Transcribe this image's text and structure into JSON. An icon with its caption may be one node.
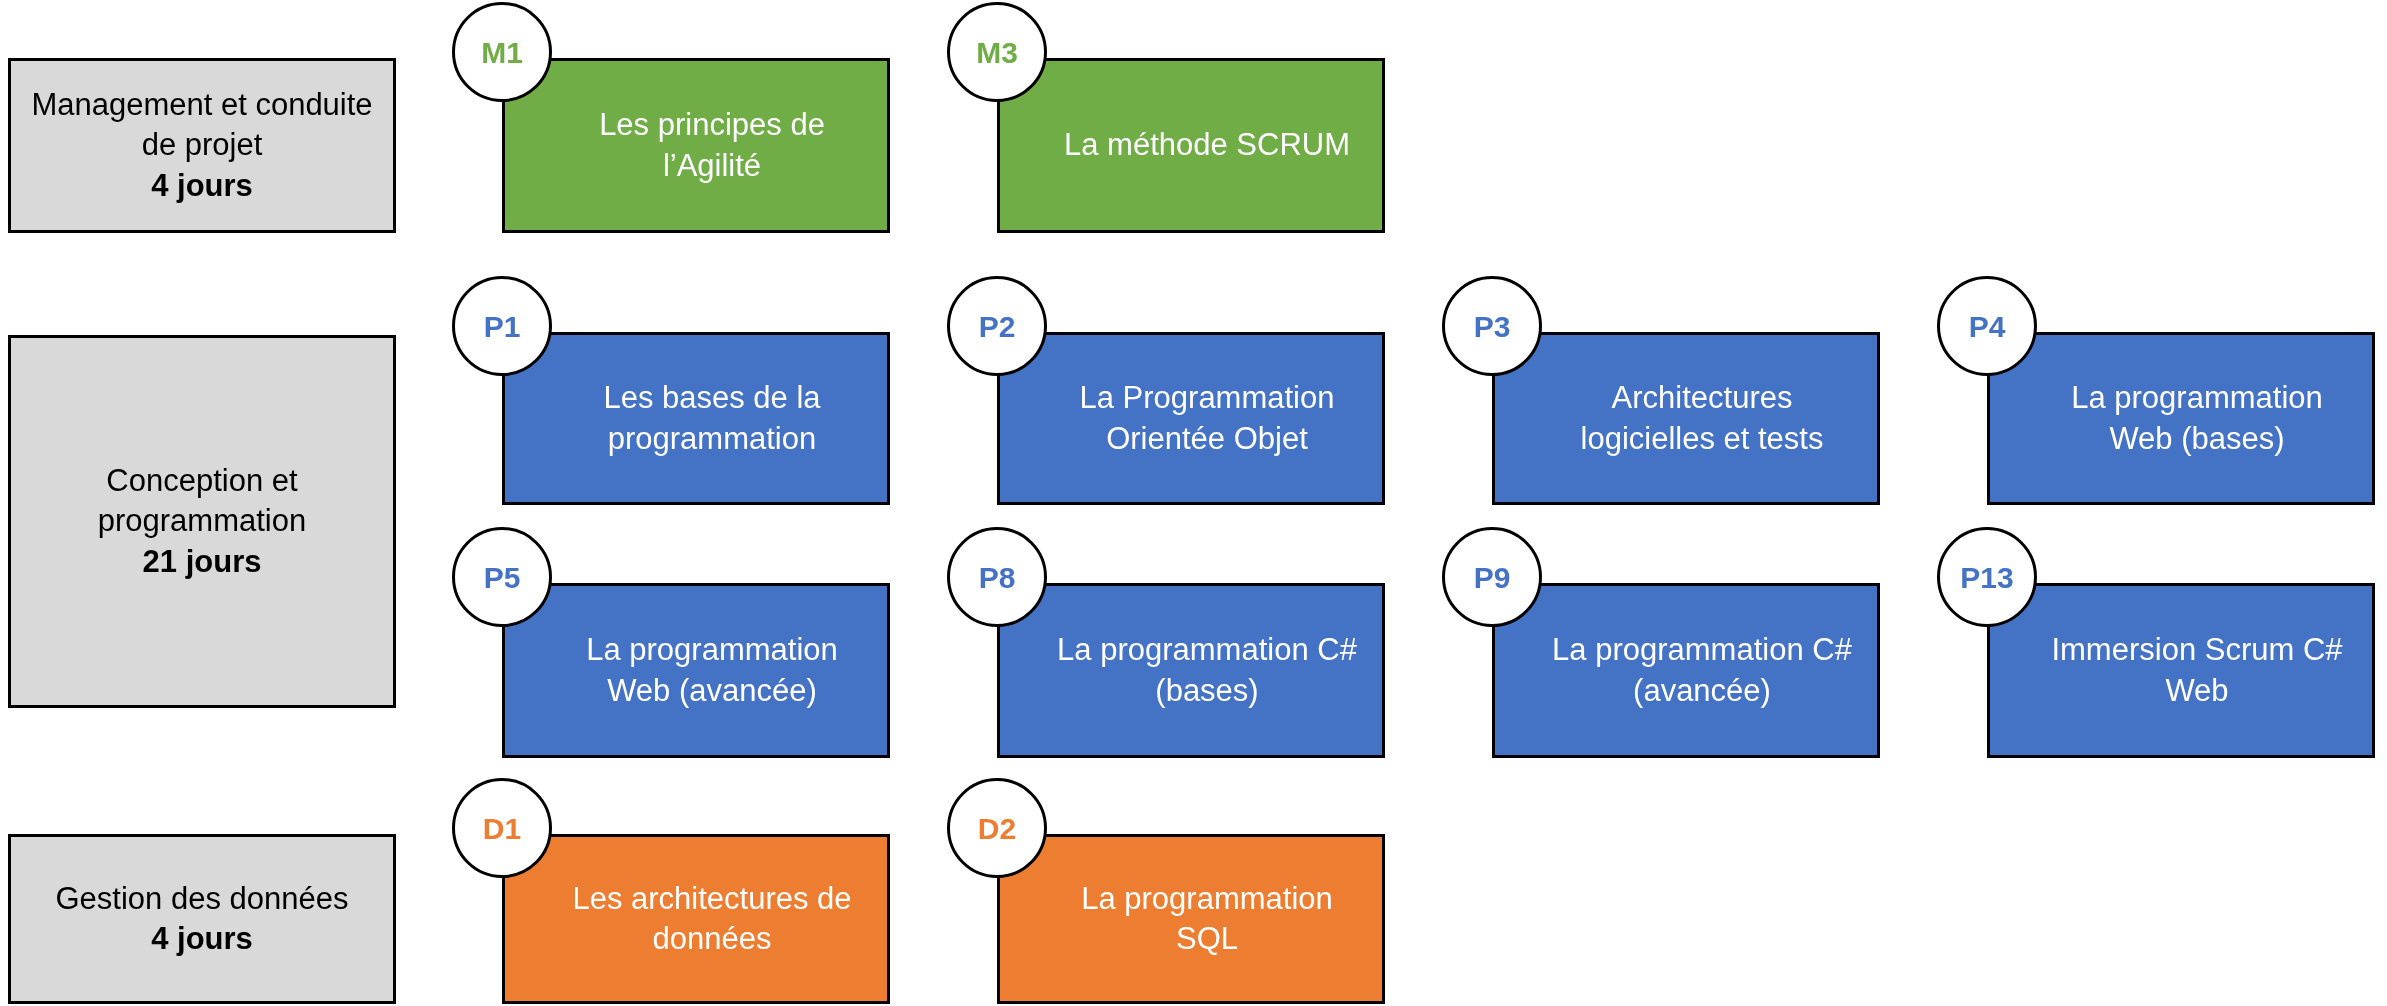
{
  "diagram": {
    "nodes": [
      {
        "text": [
          "Management et conduite de projet",
          "4 jours"
        ]
      },
      {
        "text": [
          "M1"
        ]
      },
      {
        "text": [
          "Les principes de l’Agilité"
        ]
      },
      {
        "text": [
          "M3"
        ]
      },
      {
        "text": [
          "La méthode SCRUM"
        ]
      },
      {
        "text": [
          "Conception et programmation",
          "21 jours"
        ]
      },
      {
        "text": [
          "P1"
        ]
      },
      {
        "text": [
          "Les bases de la programmation"
        ]
      },
      {
        "text": [
          "P2"
        ]
      },
      {
        "text": [
          "La Programmation Orientée Objet"
        ]
      },
      {
        "text": [
          "P3"
        ]
      },
      {
        "text": [
          "Architectures logicielles et tests"
        ]
      },
      {
        "text": [
          "P4"
        ]
      },
      {
        "text": [
          "La programmation Web (bases)"
        ]
      },
      {
        "text": [
          "P5"
        ]
      },
      {
        "text": [
          "La programmation Web (avancée)"
        ]
      },
      {
        "text": [
          "P8"
        ]
      },
      {
        "text": [
          "La programmation C# (bases)"
        ]
      },
      {
        "text": [
          "P9"
        ]
      },
      {
        "text": [
          "La programmation C# (avancée)"
        ]
      },
      {
        "text": [
          "P13"
        ]
      },
      {
        "text": [
          "Immersion Scrum C# Web"
        ]
      },
      {
        "text": [
          "Gestion des données",
          "4 jours"
        ]
      },
      {
        "text": [
          "D1"
        ]
      },
      {
        "text": [
          "Les architectures de données"
        ]
      },
      {
        "text": [
          "D2"
        ]
      },
      {
        "text": [
          "La programmation SQL"
        ]
      }
    ]
  }
}
